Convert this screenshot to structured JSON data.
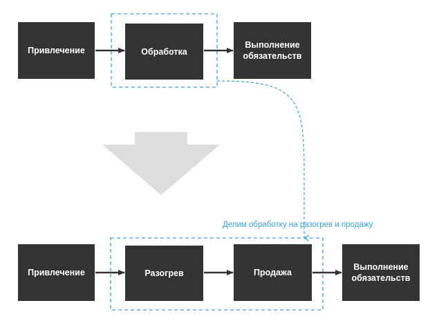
{
  "top_row": {
    "attraction": "Привлечение",
    "processing": "Обработка",
    "fulfillment": "Выполнение\nобязательств"
  },
  "bottom_row": {
    "attraction": "Привлечение",
    "warmup": "Разогрев",
    "sale": "Продажа",
    "fulfillment": "Выполнение\nобязательств"
  },
  "annotation": "Делим обработку на разогрев и продажу",
  "colors": {
    "box_fill": "#333333",
    "box_text": "#ffffff",
    "dashed_accent": "#3aa0d8",
    "big_arrow": "#dddddd",
    "connector": "#333333"
  }
}
